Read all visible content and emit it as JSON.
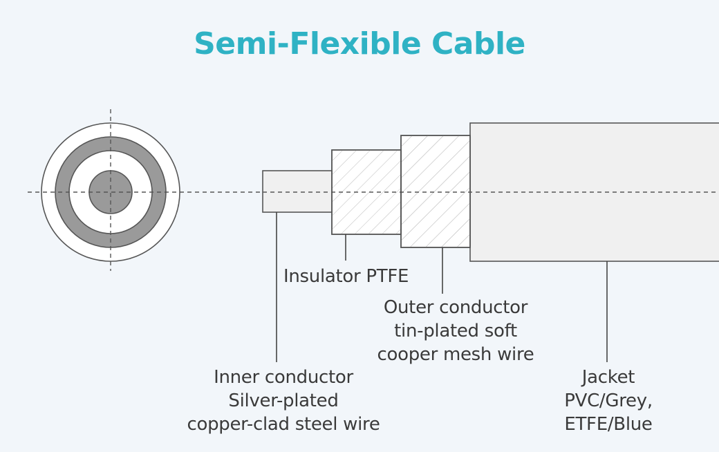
{
  "title": "Semi-Flexible Cable",
  "colors": {
    "title": "#2fb2c4",
    "background": "#f2f6fa",
    "conductor_grey": "#9a9a9a",
    "jacket_fill": "#f0f0f0",
    "line": "#555555"
  },
  "labels": {
    "insulator": "Insulator PTFE",
    "outer_conductor": [
      "Outer conductor",
      "tin-plated soft",
      "cooper mesh wire"
    ],
    "inner_conductor": [
      "Inner conductor",
      "Silver-plated",
      "copper-clad steel wire"
    ],
    "jacket": [
      "Jacket",
      "PVC/Grey,",
      "ETFE/Blue"
    ]
  }
}
